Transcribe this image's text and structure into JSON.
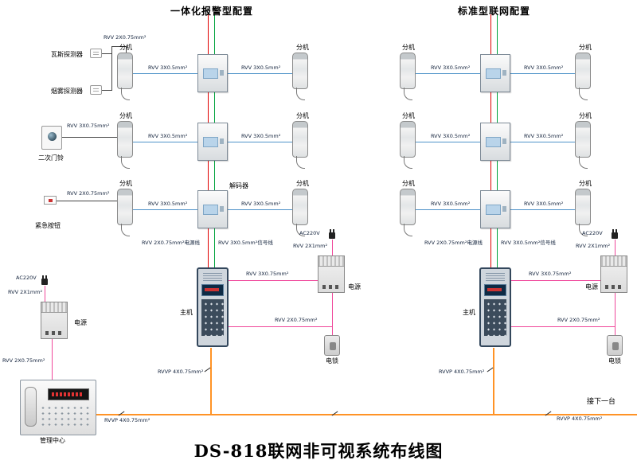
{
  "titles": {
    "left_config": "一体化报警型配置",
    "right_config": "标准型联网配置",
    "diagram": "DS-818联网非可视系统布线图"
  },
  "devices": {
    "extension": "分机",
    "decoder": "解码器",
    "main_unit": "主机",
    "power_supply": "电源",
    "electric_lock": "电锁",
    "management_center": "管理中心",
    "gas_detector": "瓦斯探测器",
    "smoke_detector": "烟雾探测器",
    "second_doorbell": "二次门铃",
    "emergency_button": "紧急按钮"
  },
  "wires": {
    "extension_signal": "RVV 3X0.5mm²",
    "detector_wire": "RVV 2X0.75mm²",
    "doorbell_wire": "RVV 3X0.75mm²",
    "emergency_wire": "RVV 2X0.75mm²",
    "power_trunk": "RVV 2X0.75mm²电源线",
    "signal_trunk": "RVV 3X0.5mm²信号线",
    "mains": "AC220V",
    "mains_wire": "RVV 2X1mm²",
    "main_unit_power": "RVV 3X0.75mm²",
    "lock_wire": "RVV 2X0.75mm²",
    "center_wire": "RVV 2X0.75mm²",
    "bus": "RVVP 4X0.75mm²"
  },
  "annotations": {
    "next_unit": "接下一台"
  },
  "colors": {
    "signal_line": "#4f93c9",
    "power_line": "#e00000",
    "data_line": "#00a33c",
    "supply_line": "#f0489b",
    "bus_line": "#ff9326"
  }
}
